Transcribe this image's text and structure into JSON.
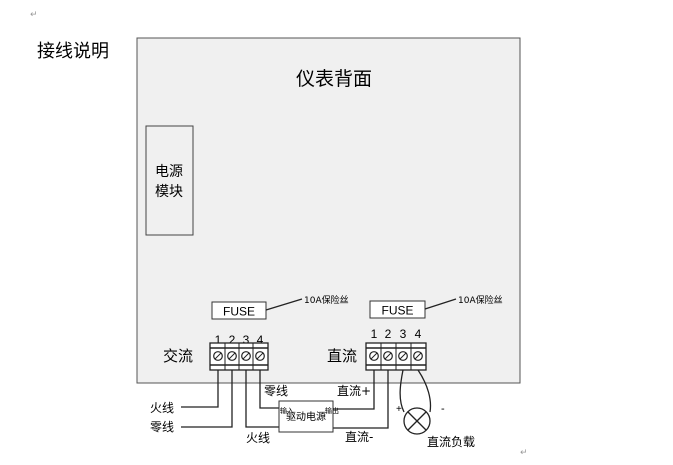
{
  "heading": "接线说明",
  "panel": {
    "title": "仪表背面",
    "power_module": {
      "line1": "电源",
      "line2": "模块"
    }
  },
  "fuses": [
    {
      "label": "FUSE",
      "rating": "10A保险丝"
    },
    {
      "label": "FUSE",
      "rating": "10A保险丝"
    }
  ],
  "terminals": {
    "ac": {
      "label": "交流",
      "numbers": [
        "1",
        "2",
        "3",
        "4"
      ]
    },
    "dc": {
      "label": "直流",
      "numbers": [
        "1",
        "2",
        "3",
        "4"
      ]
    }
  },
  "driver": {
    "label": "驱动电源",
    "input": "输入",
    "output": "输出"
  },
  "wires": {
    "live_left": "火线",
    "neutral_left": "零线",
    "neutral_top": "零线",
    "live_bottom": "火线",
    "dc_plus": "直流+",
    "dc_minus": "直流-"
  },
  "load": {
    "label": "直流负载",
    "plus": "+",
    "minus": "-"
  },
  "paragraph_mark": "↵",
  "colors": {
    "panel_fill": "#f0f0f0",
    "panel_stroke": "#555555",
    "text": "#000000"
  }
}
